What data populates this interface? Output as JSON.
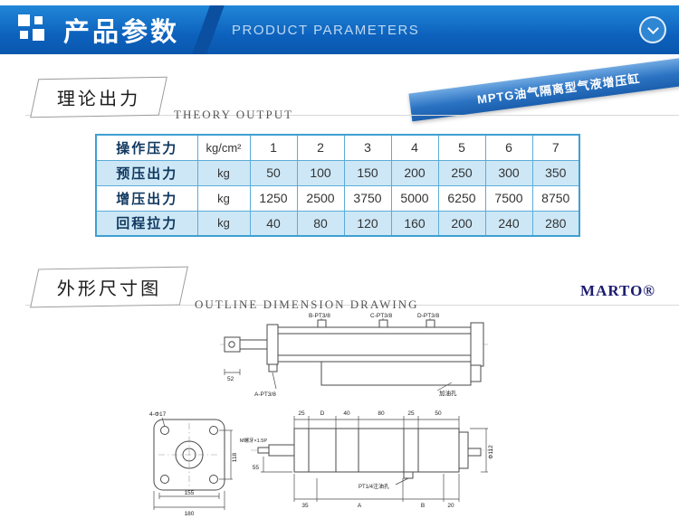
{
  "header": {
    "title_cn": "产品参数",
    "title_en": "PRODUCT PARAMETERS"
  },
  "ribbon": {
    "text": "MPTG油气隔离型气液增压缸"
  },
  "brand": "MARTO®",
  "sections": {
    "theory": {
      "title_cn": "理论出力",
      "title_en": "THEORY OUTPUT"
    },
    "outline": {
      "title_cn": "外形尺寸图",
      "title_en": "OUTLINE DIMENSION DRAWING"
    }
  },
  "table": {
    "rows": [
      {
        "label": "操作压力",
        "unit": "kg/cm²",
        "values": [
          "1",
          "2",
          "3",
          "4",
          "5",
          "6",
          "7"
        ]
      },
      {
        "label": "预压出力",
        "unit": "kg",
        "values": [
          "50",
          "100",
          "150",
          "200",
          "250",
          "300",
          "350"
        ]
      },
      {
        "label": "增压出力",
        "unit": "kg",
        "values": [
          "1250",
          "2500",
          "3750",
          "5000",
          "6250",
          "7500",
          "8750"
        ]
      },
      {
        "label": "回程拉力",
        "unit": "kg",
        "values": [
          "40",
          "80",
          "120",
          "160",
          "200",
          "240",
          "280"
        ]
      }
    ]
  },
  "drawing": {
    "labels": {
      "port_b": "B-PT3/8",
      "port_c": "C-PT3/8",
      "port_d": "D-PT3/8",
      "port_a": "A-PT3/8",
      "dim_52": "52",
      "oil_hole": "加油孔",
      "bolt_holes": "4-Φ17",
      "dim_118": "118",
      "dim_155": "155",
      "dim_180": "180",
      "top_dims": [
        "25",
        "D",
        "40",
        "80",
        "25",
        "50"
      ],
      "bottom_dims": [
        "35",
        "A",
        "B",
        "20"
      ],
      "thread": "M螺牙×1.5P",
      "oil_fill": "PT1/4注油孔",
      "dia_112": "Φ112",
      "dim_55": "55"
    }
  }
}
